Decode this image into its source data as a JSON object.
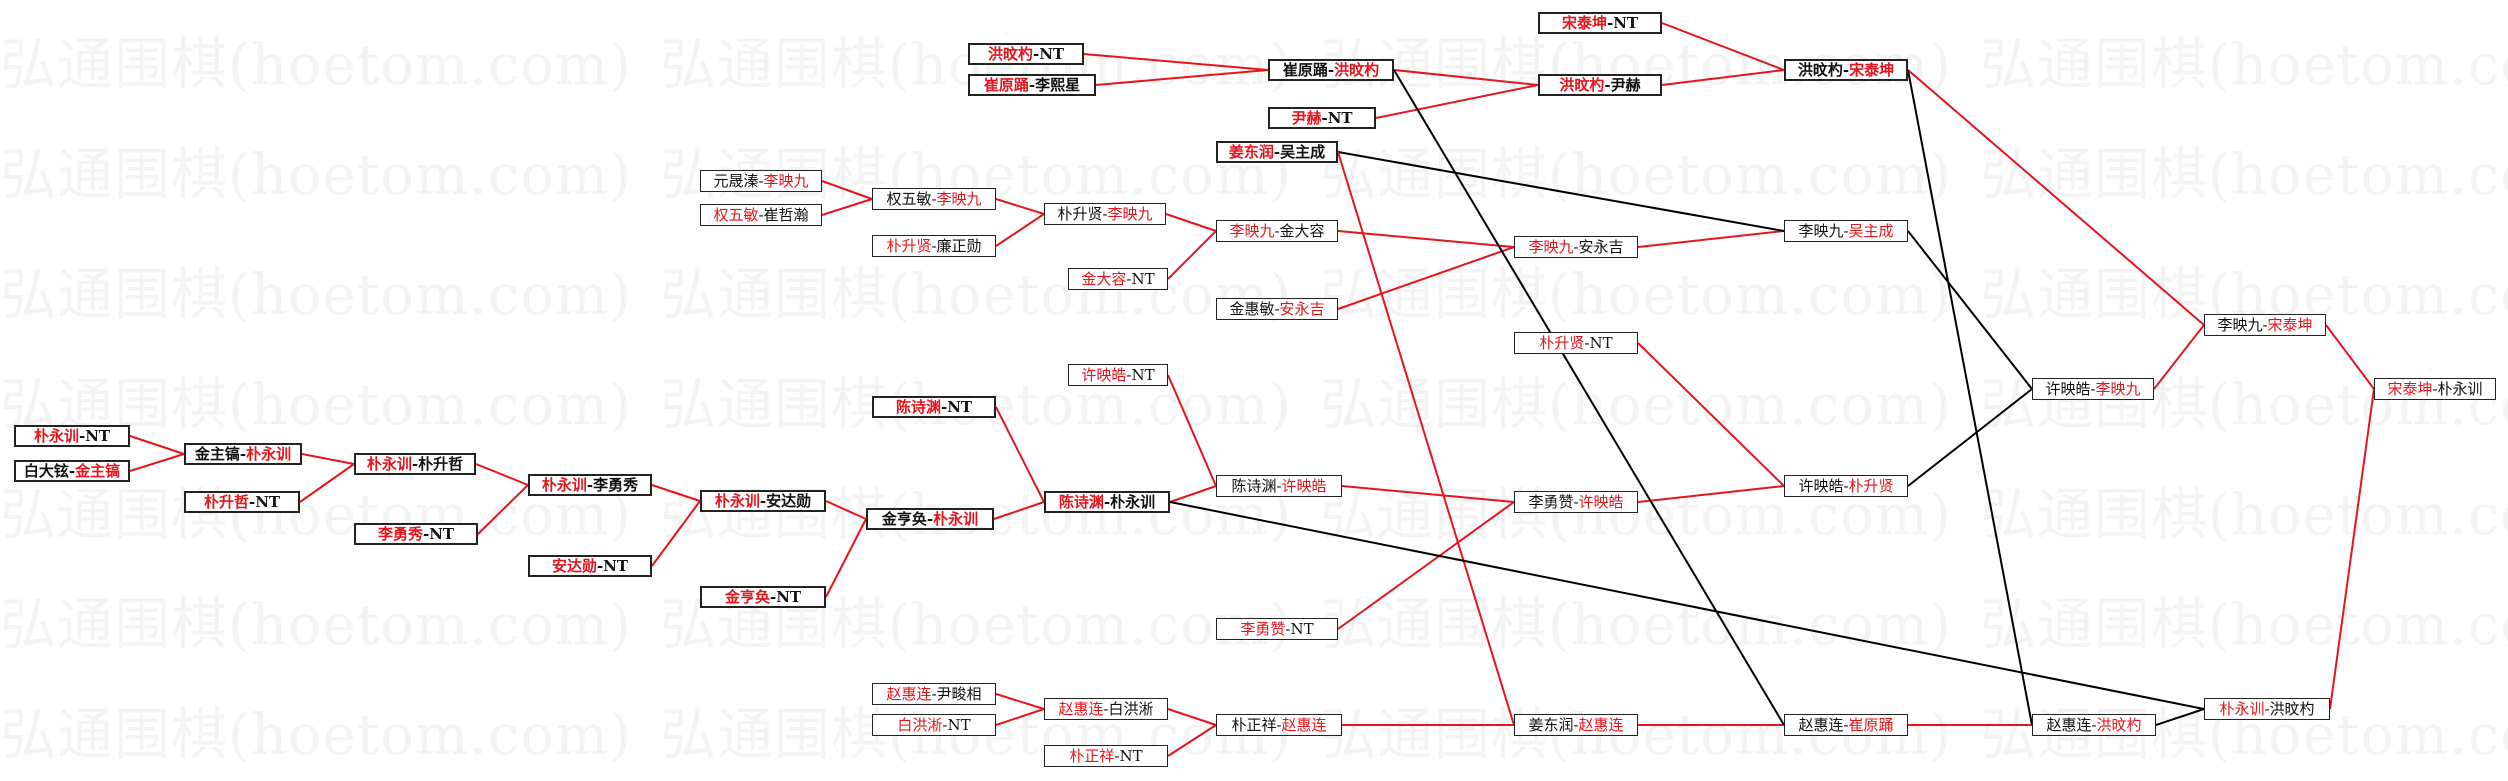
{
  "watermark": "弘通围棋(hoetom.com)",
  "colors": {
    "winner": "#e8141c",
    "text": "#111111",
    "line_red": "#e8141c",
    "line_black": "#000000",
    "border": "#222222"
  },
  "nodes": [
    {
      "id": "r1a",
      "p1": "朴永训",
      "p2": "NT",
      "w": 1,
      "bold": true
    },
    {
      "id": "r1b",
      "p1": "白大铉",
      "p2": "金主镐",
      "w": 2,
      "bold": true
    },
    {
      "id": "r2a",
      "p1": "金主镐",
      "p2": "朴永训",
      "w": 2,
      "bold": true
    },
    {
      "id": "r2b",
      "p1": "朴升哲",
      "p2": "NT",
      "w": 1,
      "bold": true
    },
    {
      "id": "r3a",
      "p1": "朴永训",
      "p2": "朴升哲",
      "w": 1,
      "bold": true
    },
    {
      "id": "r3b",
      "p1": "李勇秀",
      "p2": "NT",
      "w": 1,
      "bold": true
    },
    {
      "id": "r4a",
      "p1": "朴永训",
      "p2": "李勇秀",
      "w": 1,
      "bold": true
    },
    {
      "id": "r4b",
      "p1": "安达勋",
      "p2": "NT",
      "w": 1,
      "bold": true
    },
    {
      "id": "r5a",
      "p1": "朴永训",
      "p2": "安达勋",
      "w": 1,
      "bold": true
    },
    {
      "id": "r5b",
      "p1": "金亨奂",
      "p2": "NT",
      "w": 1,
      "bold": true
    },
    {
      "id": "r6a",
      "p1": "金亨奂",
      "p2": "朴永训",
      "w": 2,
      "bold": true
    },
    {
      "id": "c1a",
      "p1": "陈诗渊",
      "p2": "NT",
      "w": 1,
      "bold": true
    },
    {
      "id": "c1b",
      "p1": "陈诗渊",
      "p2": "朴永训",
      "w": 1,
      "bold": true
    },
    {
      "id": "t1a",
      "p1": "元晟溱",
      "p2": "李映九",
      "w": 2,
      "bold": false
    },
    {
      "id": "t1b",
      "p1": "权五敏",
      "p2": "崔哲瀚",
      "w": 1,
      "bold": false
    },
    {
      "id": "t1c",
      "p1": "朴升贤",
      "p2": "廉正勋",
      "w": 1,
      "bold": false
    },
    {
      "id": "t2a",
      "p1": "权五敏",
      "p2": "李映九",
      "w": 2,
      "bold": false
    },
    {
      "id": "t3a",
      "p1": "朴升贤",
      "p2": "李映九",
      "w": 2,
      "bold": false
    },
    {
      "id": "t4a",
      "p1": "李映九",
      "p2": "金大容",
      "w": 1,
      "bold": false
    },
    {
      "id": "t4b",
      "p1": "金大容",
      "p2": "NT",
      "w": 1,
      "bold": false
    },
    {
      "id": "t5a",
      "p1": "金惠敏",
      "p2": "安永吉",
      "w": 2,
      "bold": false
    },
    {
      "id": "t6a",
      "p1": "李映九",
      "p2": "安永吉",
      "w": 1,
      "bold": false
    },
    {
      "id": "m1a",
      "p1": "许映皓",
      "p2": "NT",
      "w": 1,
      "bold": false
    },
    {
      "id": "m1b",
      "p1": "陈诗渊",
      "p2": "许映皓",
      "w": 2,
      "bold": false
    },
    {
      "id": "m1c",
      "p1": "李勇赞",
      "p2": "NT",
      "w": 1,
      "bold": false
    },
    {
      "id": "m2a",
      "p1": "李勇赞",
      "p2": "许映皓",
      "w": 2,
      "bold": false
    },
    {
      "id": "m2b",
      "p1": "朴升贤",
      "p2": "NT",
      "w": 1,
      "bold": false
    },
    {
      "id": "h1a",
      "p1": "洪旼杓",
      "p2": "NT",
      "w": 1,
      "bold": true
    },
    {
      "id": "h1b",
      "p1": "崔原踊",
      "p2": "李熙星",
      "w": 1,
      "bold": true
    },
    {
      "id": "h2a",
      "p1": "崔原踊",
      "p2": "洪旼杓",
      "w": 2,
      "bold": true
    },
    {
      "id": "h2b",
      "p1": "尹赫",
      "p2": "NT",
      "w": 1,
      "bold": true
    },
    {
      "id": "h2c",
      "p1": "姜东润",
      "p2": "吴主成",
      "w": 1,
      "bold": true
    },
    {
      "id": "h3a",
      "p1": "宋泰坤",
      "p2": "NT",
      "w": 1,
      "bold": true
    },
    {
      "id": "h3b",
      "p1": "洪旼杓",
      "p2": "尹赫",
      "w": 1,
      "bold": true
    },
    {
      "id": "h4a",
      "p1": "洪旼杓",
      "p2": "宋泰坤",
      "w": 2,
      "bold": true
    },
    {
      "id": "h4b",
      "p1": "李映九",
      "p2": "吴主成",
      "w": 2,
      "bold": false
    },
    {
      "id": "q1a",
      "p1": "许映皓",
      "p2": "朴升贤",
      "w": 2,
      "bold": false
    },
    {
      "id": "q1b",
      "p1": "许映皓",
      "p2": "李映九",
      "w": 2,
      "bold": false
    },
    {
      "id": "q2a",
      "p1": "李映九",
      "p2": "宋泰坤",
      "w": 2,
      "bold": false
    },
    {
      "id": "fin",
      "p1": "宋泰坤",
      "p2": "朴永训",
      "w": 1,
      "bold": false
    },
    {
      "id": "b1a",
      "p1": "赵惠连",
      "p2": "尹畯相",
      "w": 1,
      "bold": false
    },
    {
      "id": "b1b",
      "p1": "白洪淅",
      "p2": "NT",
      "w": 1,
      "bold": false
    },
    {
      "id": "b1c",
      "p1": "朴正祥",
      "p2": "NT",
      "w": 1,
      "bold": false
    },
    {
      "id": "b2a",
      "p1": "赵惠连",
      "p2": "白洪淅",
      "w": 1,
      "bold": false
    },
    {
      "id": "b3a",
      "p1": "朴正祥",
      "p2": "赵惠连",
      "w": 2,
      "bold": false
    },
    {
      "id": "b4a",
      "p1": "姜东润",
      "p2": "赵惠连",
      "w": 2,
      "bold": false
    },
    {
      "id": "b5a",
      "p1": "赵惠连",
      "p2": "崔原踊",
      "w": 2,
      "bold": false
    },
    {
      "id": "b6a",
      "p1": "赵惠连",
      "p2": "洪旼杓",
      "w": 2,
      "bold": false
    },
    {
      "id": "b7a",
      "p1": "朴永训",
      "p2": "洪旼杓",
      "w": 1,
      "bold": false
    }
  ]
}
